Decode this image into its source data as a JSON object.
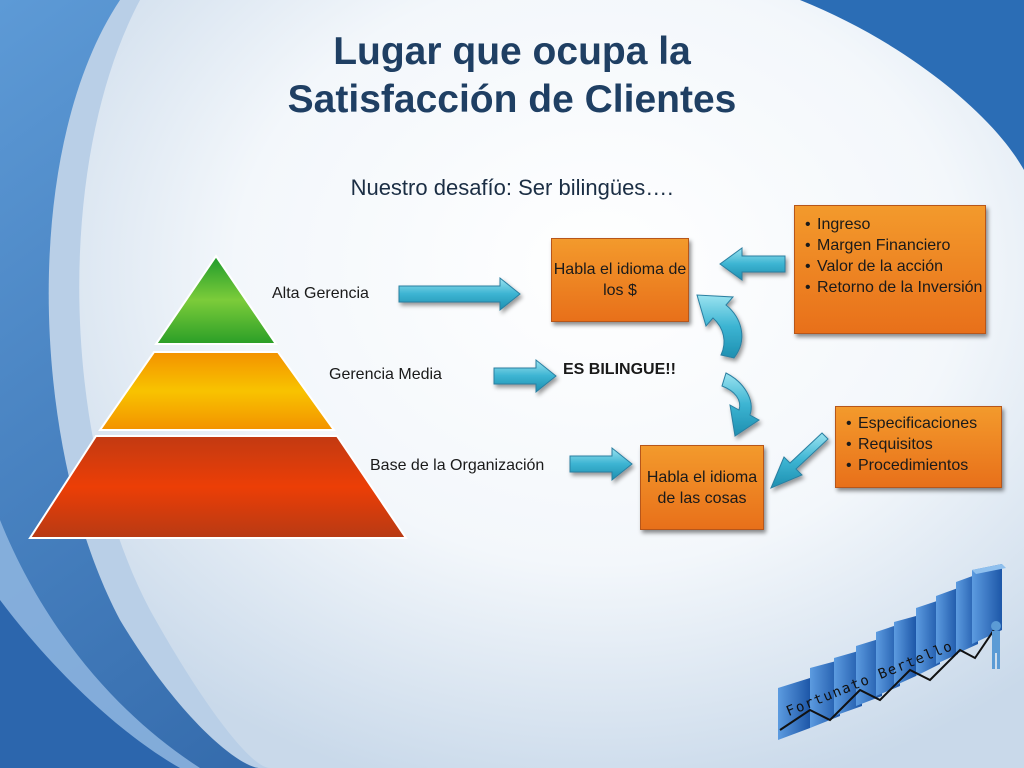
{
  "slide": {
    "title_line1": "Lugar que ocupa la",
    "title_line2": "Satisfacción de Clientes",
    "subtitle": "Nuestro desafío: Ser bilingües…."
  },
  "pyramid": {
    "levels": [
      {
        "label": "Alta Gerencia",
        "color": "#5cbf2e"
      },
      {
        "label": "Gerencia Media",
        "color": "#f6b500"
      },
      {
        "label": "Base de la Organización",
        "color": "#e0400a"
      }
    ]
  },
  "boxes": {
    "money_language": "Habla el idioma de los $",
    "things_language": "Habla el idioma de las cosas",
    "finance_items": [
      "Ingreso",
      "Margen Financiero",
      "Valor de la acción",
      "Retorno de la Inversión"
    ],
    "operations_items": [
      "Especificaciones",
      "Requisitos",
      "Procedimientos"
    ]
  },
  "middle_note": "ES BILINGUE!!",
  "logo": {
    "text": "Fortunato Bertello"
  },
  "colors": {
    "title": "#1f3f63",
    "box_orange": "#f39a2c",
    "arrow_cyan": "#4fc3d9",
    "background_blue": "#1d5fa8"
  }
}
